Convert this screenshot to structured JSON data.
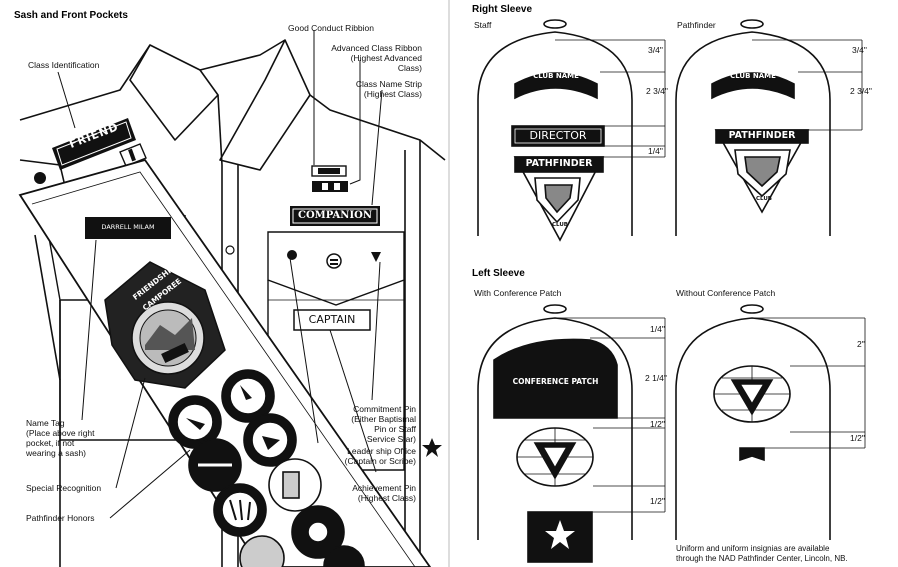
{
  "left_panel": {
    "title": "Sash and Front Pockets",
    "labels": {
      "class_identification": "Class Identification",
      "good_conduct_ribbon": "Good Conduct Ribbion",
      "advanced_class_ribbon": "Advanced Class Ribbon\n(Highest Advanced\nClass)",
      "class_name_strip": "Class Name Strip\n(Highest Class)",
      "name_tag": "Name Tag\n(Place above right\npocket, if not\nwearing a sash)",
      "special_recognition": "Special Recognition",
      "pathfinder_honors": "Pathfinder Honors",
      "commitment_pin": "Commitment Pin\n(Either Baptismal\nPin or Staff\nService Star)",
      "leadership_office": "Leader ship Office\n(Captain or Scribe)",
      "achievement_pin": "Achievement Pin\n(Highest Class)"
    },
    "patches": {
      "friend": "FRIEND",
      "name_plate": "DARRELL MILAM",
      "companion": "COMPANION",
      "captain": "CAPTAIN",
      "friendship": "FRIENDSHIP",
      "camporee": "CAMPOREE"
    }
  },
  "right_sleeve": {
    "title": "Right Sleeve",
    "staff_label": "Staff",
    "pathfinder_label": "Pathfinder",
    "club_name": "CLUB NAME",
    "director": "DIRECTOR",
    "pathfinder": "PATHFINDER",
    "club": "CLUB",
    "measurements": {
      "top": "3/4\"",
      "mid": "2 3/4\"",
      "small": "1/4\""
    }
  },
  "left_sleeve": {
    "title": "Left Sleeve",
    "with_label": "With Conference Patch",
    "without_label": "Without Conference Patch",
    "conference_patch": "CONFERENCE PATCH",
    "measurements": {
      "a": "1/4\"",
      "b": "2 1/4\"",
      "c": "1/2\"",
      "d": "1/2\"",
      "e": "2\"",
      "f": "1/2\""
    }
  },
  "footer_note": "Uniform and uniform insignias are available\nthrough the NAD Pathfinder Center, Lincoln, NB."
}
